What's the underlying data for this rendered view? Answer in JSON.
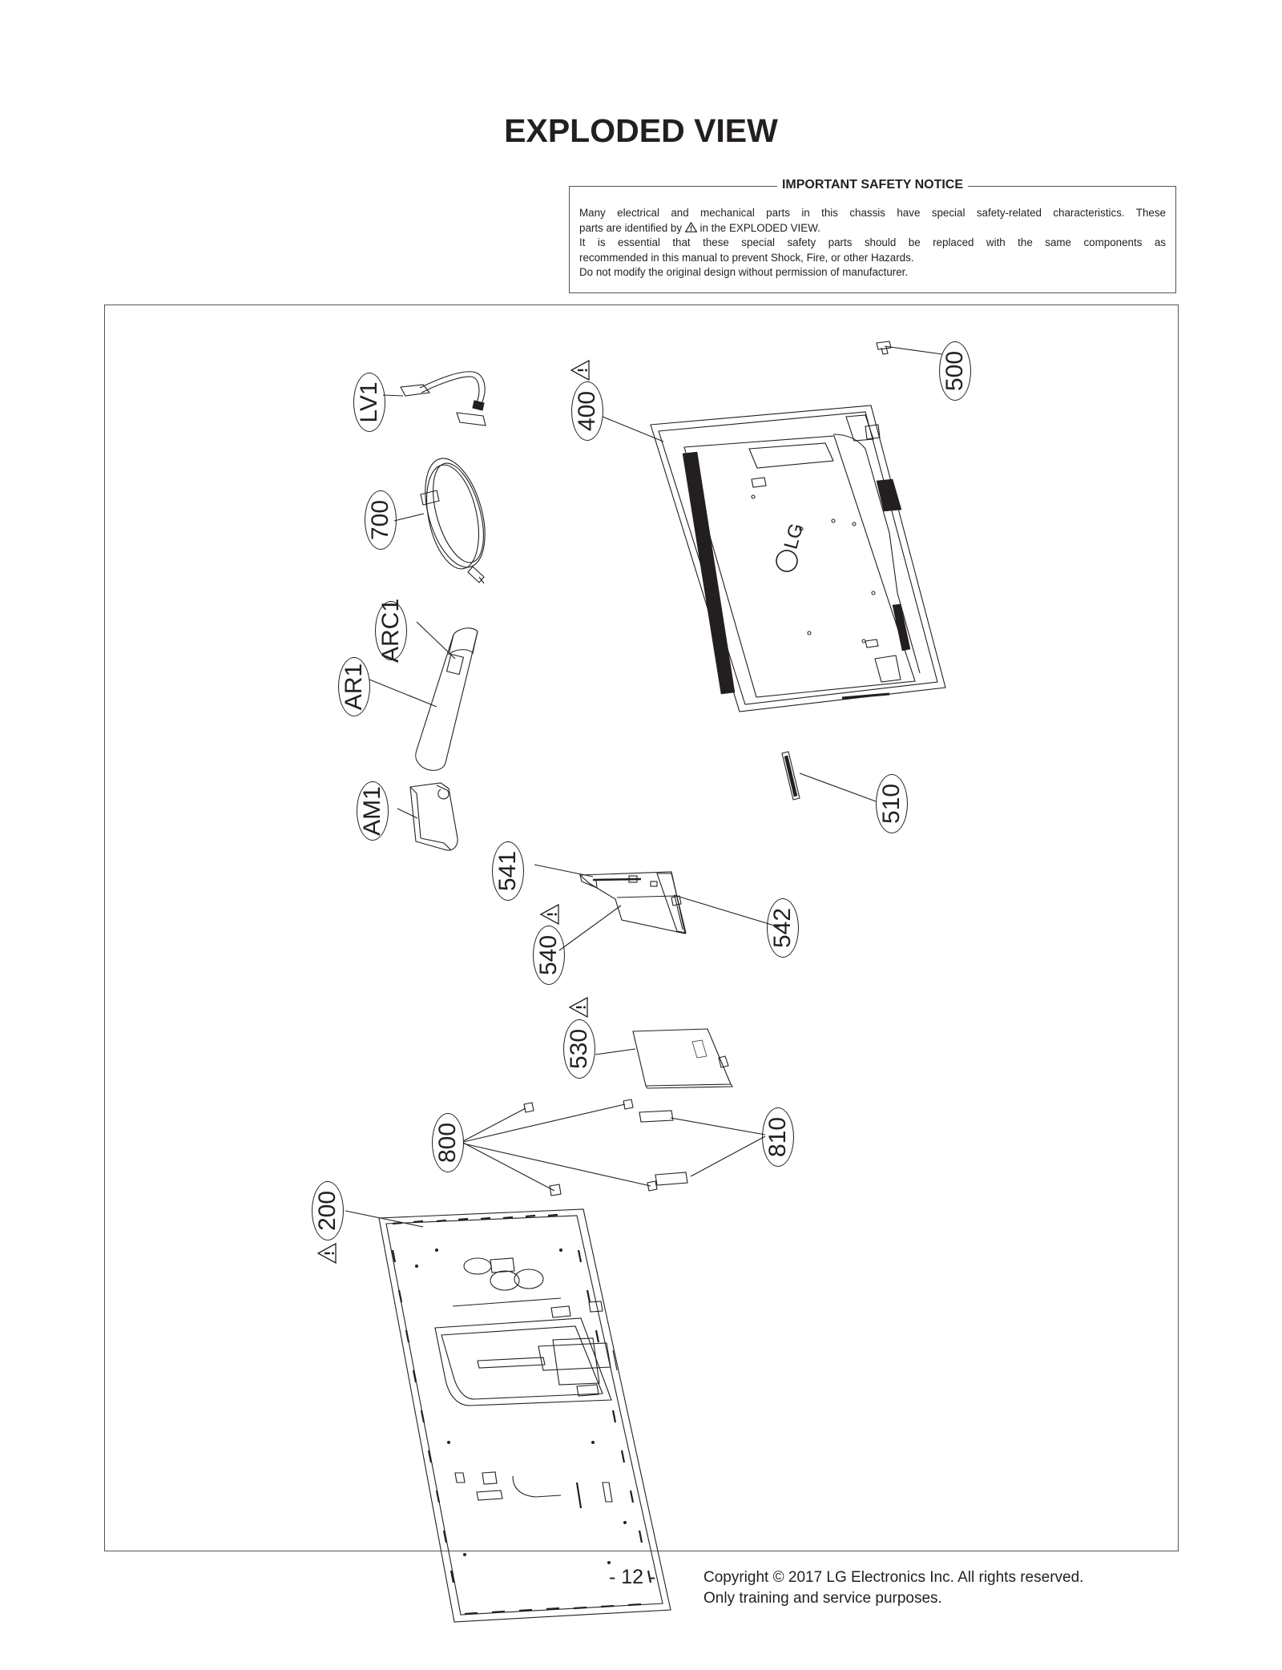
{
  "page": {
    "title": "EXPLODED VIEW",
    "page_number": "- 12 -"
  },
  "notice": {
    "title": "IMPORTANT SAFETY NOTICE",
    "line1": "Many electrical and mechanical parts in this chassis have special safety-related characteristics. These",
    "line2a": "parts are identified by",
    "line2b": "in the EXPLODED VIEW.",
    "line3": "It is essential that these special safety parts should be replaced with the same components as",
    "line4": "recommended in this manual to prevent Shock, Fire, or other Hazards.",
    "line5": "Do not modify the original design without permission of manufacturer."
  },
  "diagram": {
    "safety_icon": "warning-triangle-icon",
    "callouts": [
      "LV1",
      "400",
      "500",
      "700",
      "ARC1",
      "AR1",
      "AM1",
      "510",
      "541",
      "542",
      "540",
      "530",
      "800",
      "810",
      "200"
    ],
    "logo_text": "LG"
  },
  "footer": {
    "copyright": "Copyright © 2017 LG Electronics Inc. All rights reserved.",
    "usage": "Only training and service purposes."
  }
}
